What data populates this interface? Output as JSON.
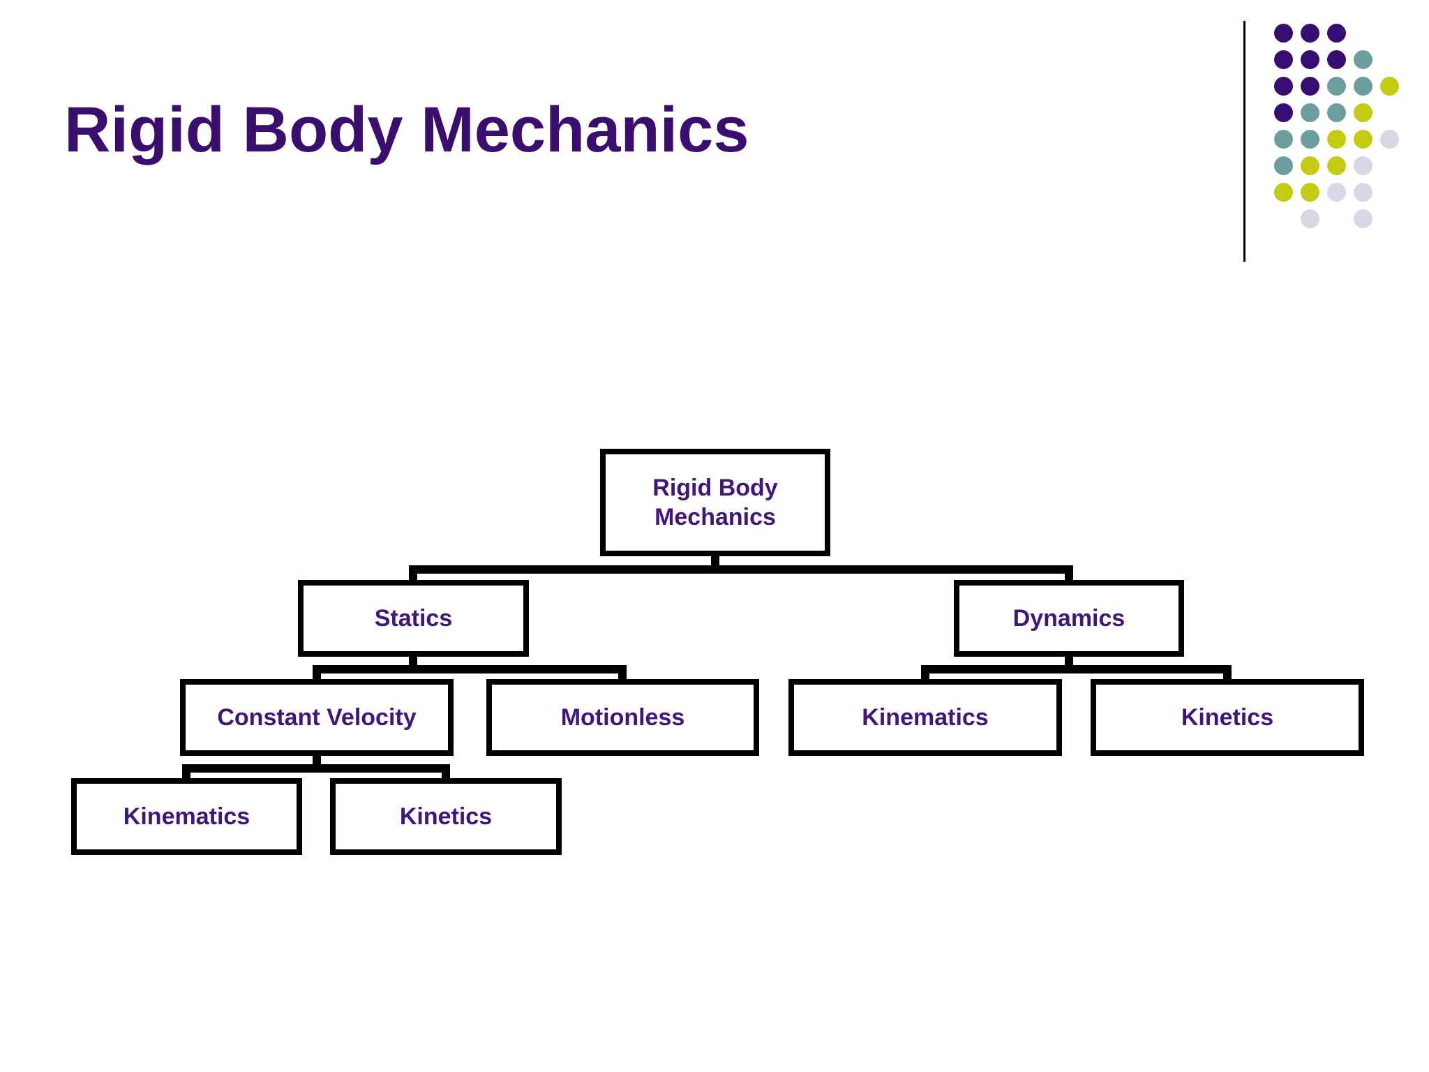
{
  "slide": {
    "title": "Rigid Body Mechanics"
  },
  "colors": {
    "title_text": "#390e6f",
    "node_text": "#40157c",
    "line": "#000000",
    "dot_purple": "#380d73",
    "dot_teal": "#6b9e9c",
    "dot_yellow": "#c3cb12",
    "dot_lavender": "#d8d7e6"
  },
  "ornament": {
    "pattern": [
      "PPP..",
      "PPPT.",
      "PPTTY",
      "PTTY.",
      "TTYYL",
      "TYYL.",
      "YYLL.",
      ".L.L."
    ],
    "color_keys": {
      "P": "dot_purple",
      "T": "dot_teal",
      "Y": "dot_yellow",
      "L": "dot_lavender"
    }
  },
  "diagram": {
    "nodes": {
      "root": {
        "label": "Rigid Body Mechanics"
      },
      "statics": {
        "label": "Statics"
      },
      "dynamics": {
        "label": "Dynamics"
      },
      "constant_velocity": {
        "label": "Constant Velocity"
      },
      "motionless": {
        "label": "Motionless"
      },
      "kinematics_dynamics": {
        "label": "Kinematics"
      },
      "kinetics_dynamics": {
        "label": "Kinetics"
      },
      "kinematics_cv": {
        "label": "Kinematics"
      },
      "kinetics_cv": {
        "label": "Kinetics"
      }
    },
    "tree": {
      "label": "Rigid Body Mechanics",
      "children": [
        {
          "label": "Statics",
          "children": [
            {
              "label": "Constant Velocity",
              "children": [
                {
                  "label": "Kinematics"
                },
                {
                  "label": "Kinetics"
                }
              ]
            },
            {
              "label": "Motionless"
            }
          ]
        },
        {
          "label": "Dynamics",
          "children": [
            {
              "label": "Kinematics"
            },
            {
              "label": "Kinetics"
            }
          ]
        }
      ]
    }
  }
}
